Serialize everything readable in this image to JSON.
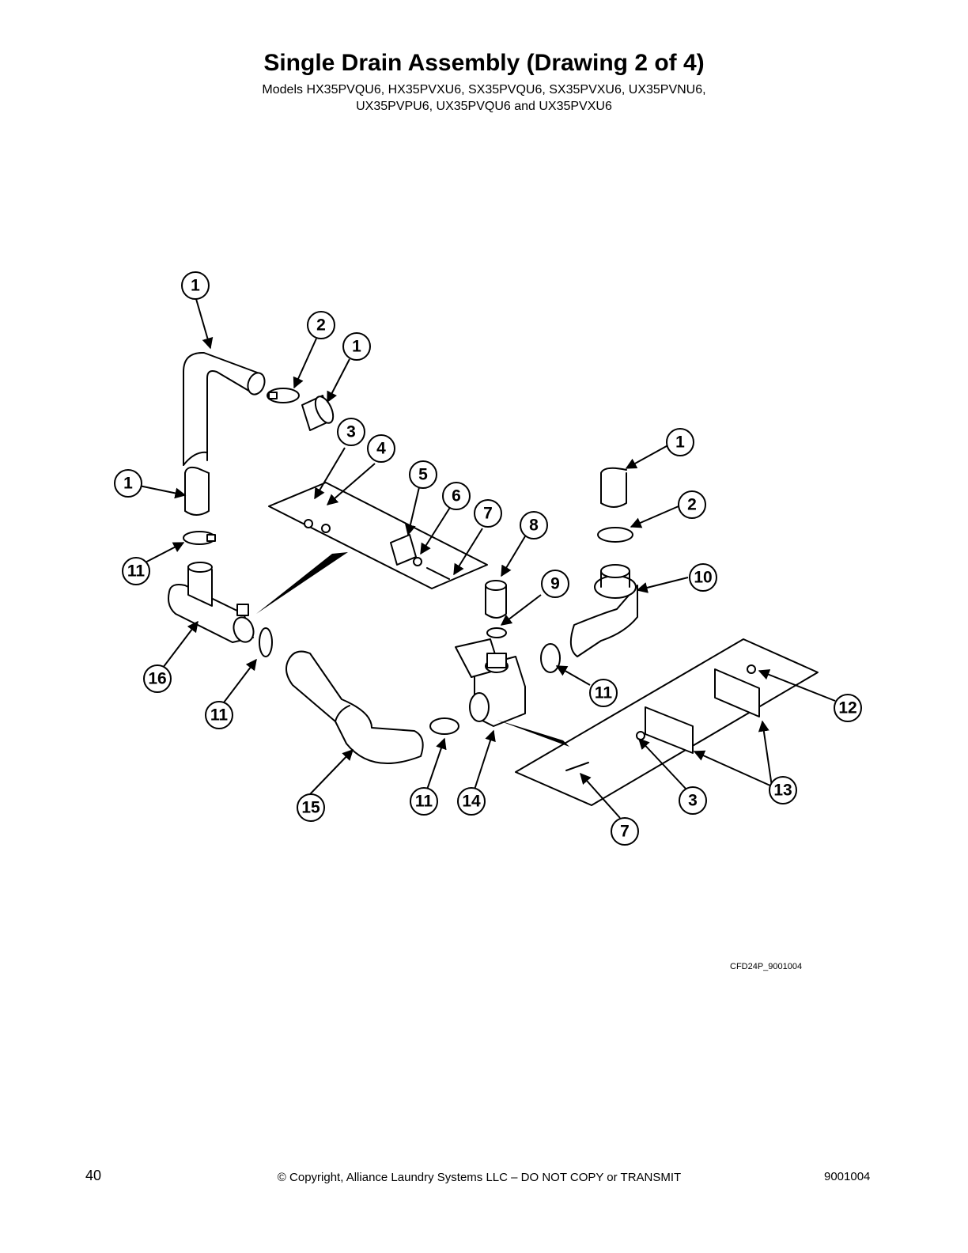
{
  "title": "Single Drain Assembly (Drawing 2 of 4)",
  "subtitle_line1": "Models HX35PVQU6, HX35PVXU6, SX35PVQU6, SX35PVXU6, UX35PVNU6,",
  "subtitle_line2": "UX35PVPU6, UX35PVQU6 and UX35PVXU6",
  "drawing_code": "CFD24P_9001004",
  "callouts": [
    "1",
    "2",
    "1",
    "1",
    "3",
    "4",
    "5",
    "6",
    "7",
    "8",
    "1",
    "2",
    "10",
    "9",
    "11",
    "16",
    "11",
    "11",
    "15",
    "14",
    "12",
    "13",
    "3",
    "7"
  ],
  "footer": {
    "page_number": "40",
    "copyright": "© Copyright, Alliance Laundry Systems LLC – DO NOT COPY or TRANSMIT",
    "doc_number": "9001004"
  }
}
